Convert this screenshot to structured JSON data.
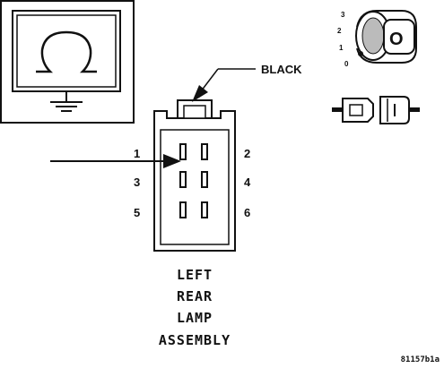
{
  "wire_color_label": "BLACK",
  "pins": [
    {
      "number": "1"
    },
    {
      "number": "2"
    },
    {
      "number": "3"
    },
    {
      "number": "4"
    },
    {
      "number": "5"
    },
    {
      "number": "6"
    }
  ],
  "title_lines": [
    "LEFT",
    "REAR",
    "LAMP",
    "ASSEMBLY"
  ],
  "ignition": {
    "positions": [
      "3",
      "2",
      "1",
      "0"
    ],
    "key_letter": "O"
  },
  "figure_id": "81157b1a",
  "icons": [
    "ground-symbol-icon",
    "ignition-switch-icon",
    "connector-unplugged-icon"
  ],
  "colors": {
    "ink": "#111111",
    "paper": "#ffffff"
  }
}
